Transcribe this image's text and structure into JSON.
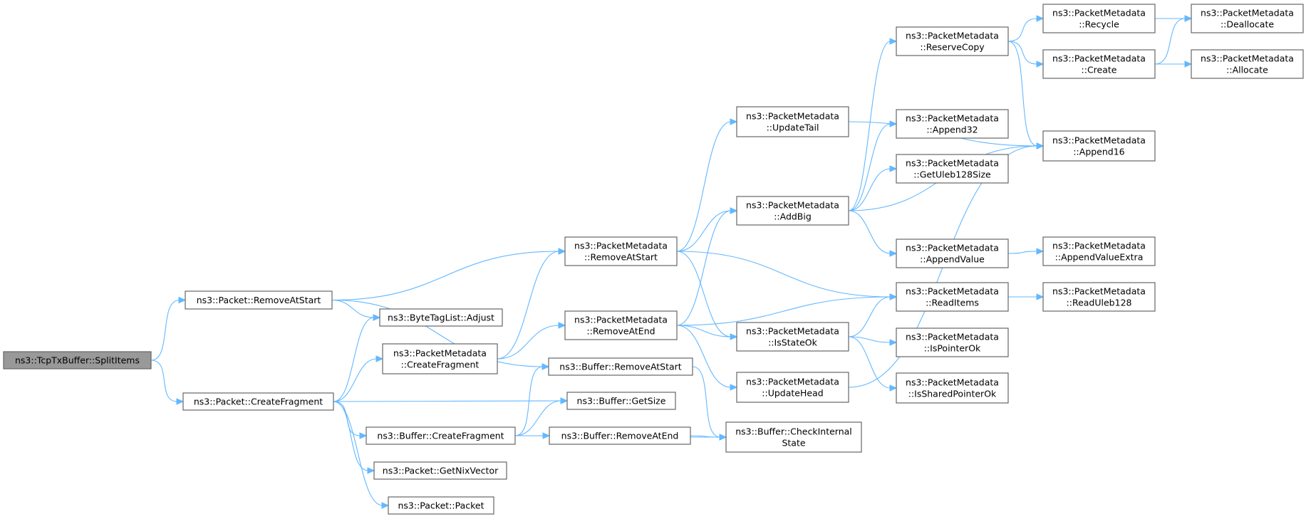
{
  "nodes": [
    {
      "id": "n0",
      "lines": [
        "ns3::TcpTxBuffer::SplitItems"
      ],
      "root": true
    },
    {
      "id": "n1",
      "lines": [
        "ns3::Packet::RemoveAtStart"
      ]
    },
    {
      "id": "n2",
      "lines": [
        "ns3::Packet::CreateFragment"
      ]
    },
    {
      "id": "n3",
      "lines": [
        "ns3::ByteTagList::Adjust"
      ]
    },
    {
      "id": "n4",
      "lines": [
        "ns3::PacketMetadata",
        "::CreateFragment"
      ]
    },
    {
      "id": "n5",
      "lines": [
        "ns3::Buffer::CreateFragment"
      ]
    },
    {
      "id": "n6",
      "lines": [
        "ns3::Packet::GetNixVector"
      ]
    },
    {
      "id": "n7",
      "lines": [
        "ns3::Packet::Packet"
      ]
    },
    {
      "id": "n8",
      "lines": [
        "ns3::PacketMetadata",
        "::RemoveAtStart"
      ]
    },
    {
      "id": "n9",
      "lines": [
        "ns3::PacketMetadata",
        "::RemoveAtEnd"
      ]
    },
    {
      "id": "n10",
      "lines": [
        "ns3::Buffer::RemoveAtStart"
      ]
    },
    {
      "id": "n11",
      "lines": [
        "ns3::Buffer::GetSize"
      ]
    },
    {
      "id": "n12",
      "lines": [
        "ns3::Buffer::RemoveAtEnd"
      ]
    },
    {
      "id": "n13",
      "lines": [
        "ns3::PacketMetadata",
        "::UpdateTail"
      ]
    },
    {
      "id": "n14",
      "lines": [
        "ns3::PacketMetadata",
        "::AddBig"
      ]
    },
    {
      "id": "n15",
      "lines": [
        "ns3::PacketMetadata",
        "::IsStateOk"
      ]
    },
    {
      "id": "n16",
      "lines": [
        "ns3::PacketMetadata",
        "::UpdateHead"
      ]
    },
    {
      "id": "n17",
      "lines": [
        "ns3::Buffer::CheckInternal",
        "State"
      ]
    },
    {
      "id": "n18",
      "lines": [
        "ns3::PacketMetadata",
        "::ReserveCopy"
      ]
    },
    {
      "id": "n19",
      "lines": [
        "ns3::PacketMetadata",
        "::Append32"
      ]
    },
    {
      "id": "n20",
      "lines": [
        "ns3::PacketMetadata",
        "::GetUleb128Size"
      ]
    },
    {
      "id": "n21",
      "lines": [
        "ns3::PacketMetadata",
        "::AppendValue"
      ]
    },
    {
      "id": "n22",
      "lines": [
        "ns3::PacketMetadata",
        "::ReadItems"
      ]
    },
    {
      "id": "n23",
      "lines": [
        "ns3::PacketMetadata",
        "::IsPointerOk"
      ]
    },
    {
      "id": "n24",
      "lines": [
        "ns3::PacketMetadata",
        "::IsSharedPointerOk"
      ]
    },
    {
      "id": "n25",
      "lines": [
        "ns3::PacketMetadata",
        "::Recycle"
      ]
    },
    {
      "id": "n26",
      "lines": [
        "ns3::PacketMetadata",
        "::Create"
      ]
    },
    {
      "id": "n27",
      "lines": [
        "ns3::PacketMetadata",
        "::Append16"
      ]
    },
    {
      "id": "n28",
      "lines": [
        "ns3::PacketMetadata",
        "::AppendValueExtra"
      ]
    },
    {
      "id": "n29",
      "lines": [
        "ns3::PacketMetadata",
        "::ReadUleb128"
      ]
    },
    {
      "id": "n30",
      "lines": [
        "ns3::PacketMetadata",
        "::Deallocate"
      ]
    },
    {
      "id": "n31",
      "lines": [
        "ns3::PacketMetadata",
        "::Allocate"
      ]
    }
  ],
  "edges": [
    [
      "n0",
      "n1"
    ],
    [
      "n0",
      "n2"
    ],
    [
      "n1",
      "n8"
    ],
    [
      "n1",
      "n10"
    ],
    [
      "n1",
      "n3"
    ],
    [
      "n2",
      "n3"
    ],
    [
      "n2",
      "n4"
    ],
    [
      "n2",
      "n11"
    ],
    [
      "n2",
      "n5"
    ],
    [
      "n2",
      "n6"
    ],
    [
      "n2",
      "n7"
    ],
    [
      "n4",
      "n8"
    ],
    [
      "n4",
      "n9"
    ],
    [
      "n5",
      "n10"
    ],
    [
      "n5",
      "n11"
    ],
    [
      "n5",
      "n12"
    ],
    [
      "n5",
      "n17"
    ],
    [
      "n8",
      "n13"
    ],
    [
      "n8",
      "n14"
    ],
    [
      "n8",
      "n22"
    ],
    [
      "n8",
      "n15"
    ],
    [
      "n9",
      "n14"
    ],
    [
      "n9",
      "n22"
    ],
    [
      "n9",
      "n15"
    ],
    [
      "n9",
      "n16"
    ],
    [
      "n10",
      "n17"
    ],
    [
      "n12",
      "n17"
    ],
    [
      "n13",
      "n27"
    ],
    [
      "n14",
      "n18"
    ],
    [
      "n14",
      "n19"
    ],
    [
      "n14",
      "n20"
    ],
    [
      "n14",
      "n27"
    ],
    [
      "n14",
      "n21"
    ],
    [
      "n15",
      "n22"
    ],
    [
      "n15",
      "n23"
    ],
    [
      "n15",
      "n24"
    ],
    [
      "n16",
      "n27"
    ],
    [
      "n18",
      "n25"
    ],
    [
      "n18",
      "n26"
    ],
    [
      "n18",
      "n27"
    ],
    [
      "n21",
      "n28"
    ],
    [
      "n22",
      "n29"
    ],
    [
      "n25",
      "n30"
    ],
    [
      "n26",
      "n30"
    ],
    [
      "n26",
      "n31"
    ]
  ]
}
